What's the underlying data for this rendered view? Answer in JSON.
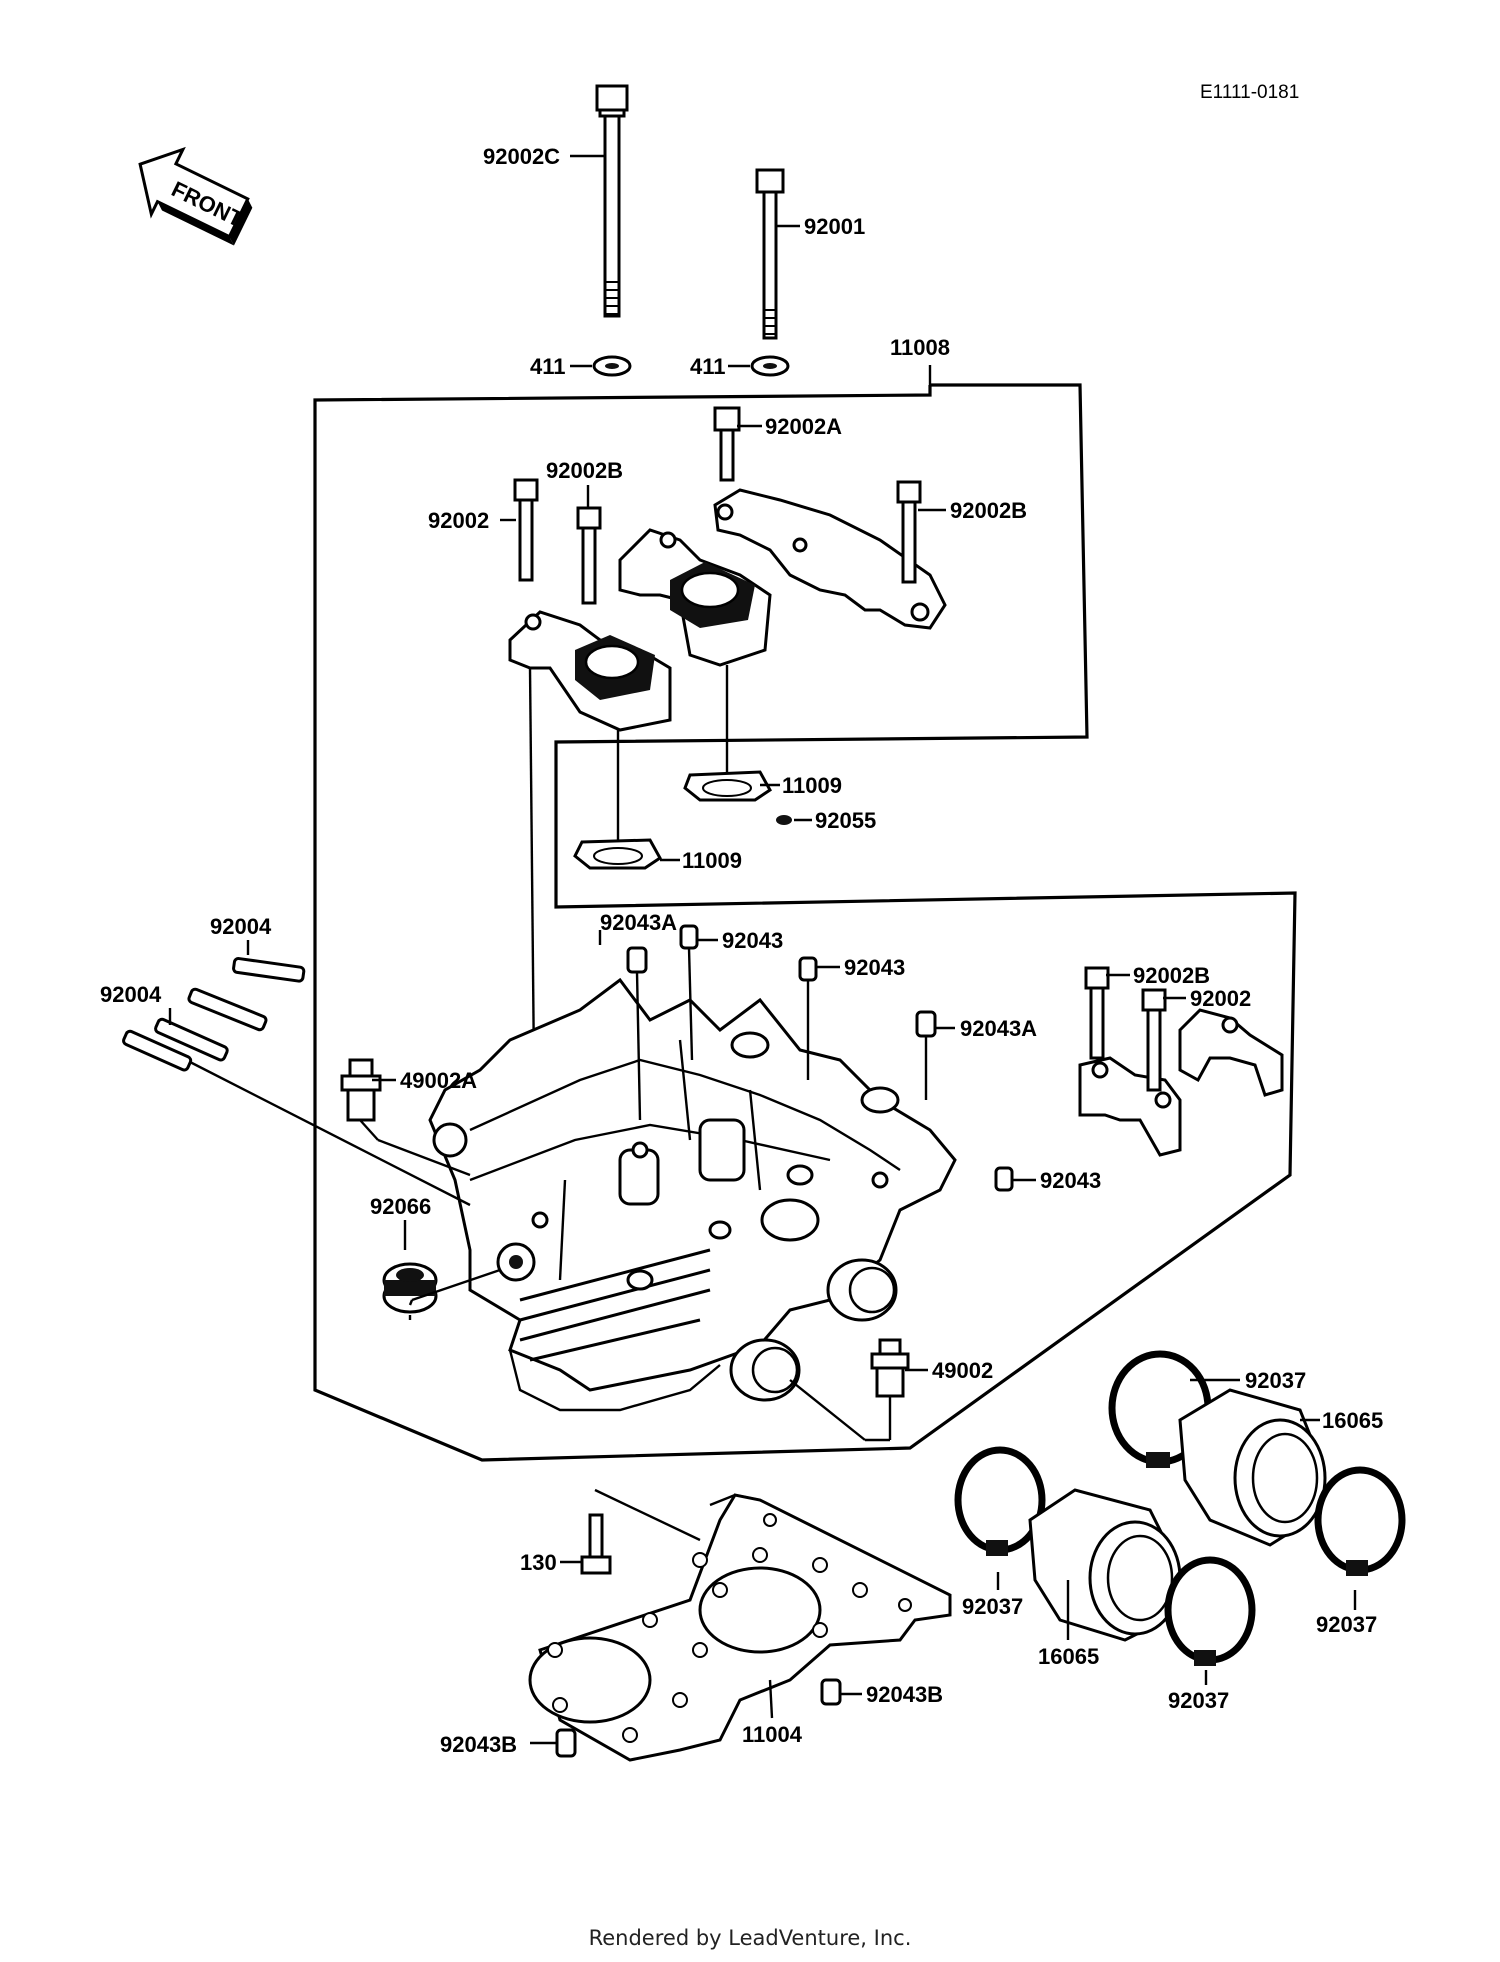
{
  "ref_code": "E1111-0181",
  "front_label": "FRONT",
  "footer": "Rendered by LeadVenture, Inc.",
  "callouts": {
    "p92002C": "92002C",
    "p92001": "92001",
    "p411a": "411",
    "p411b": "411",
    "p11008": "11008",
    "p92002A": "92002A",
    "p92002B_top": "92002B",
    "p92002_left": "92002",
    "p92002B_right": "92002B",
    "p11009a": "11009",
    "p92055": "92055",
    "p11009b": "11009",
    "p92004a": "92004",
    "p92004b": "92004",
    "p92043A_a": "92043A",
    "p92043_a": "92043",
    "p92043_b": "92043",
    "p92043A_b": "92043A",
    "p92002B_r2": "92002B",
    "p92002_r2": "92002",
    "p49002A": "49002A",
    "p92043_c": "92043",
    "p92066": "92066",
    "p49002": "49002",
    "p92037_a": "92037",
    "p16065_a": "16065",
    "p130": "130",
    "p92037_b": "92037",
    "p16065_b": "16065",
    "p92037_c": "92037",
    "p92037_d": "92037",
    "p92043B_a": "92043B",
    "p11004": "11004",
    "p92043B_b": "92043B"
  }
}
